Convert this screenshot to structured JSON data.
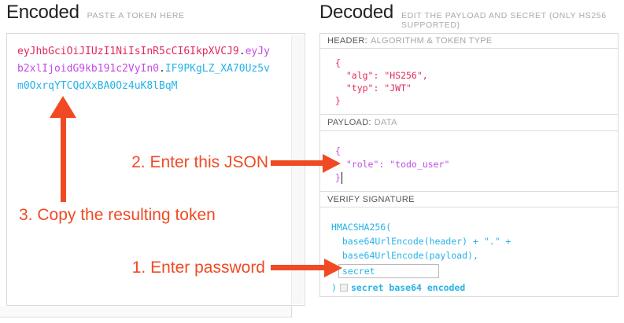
{
  "colors": {
    "token_header_red": "#e22a5b",
    "token_payload_purple": "#c44ae3",
    "token_signature_cyan": "#27b3e8",
    "annotation_orange": "#f04a25"
  },
  "encoded": {
    "title": "Encoded",
    "subtitle": "PASTE A TOKEN HERE",
    "token": {
      "header": "eyJhbGciOiJIUzI1NiIsInR5cCI6IkpXVCJ9",
      "dot1": ".",
      "payload": "eyJyb2xlIjoidG9kb191c2VyIn0",
      "dot2": ".",
      "signature": "IF9PKgLZ_XA70Uz5vm0OxrqYTCQdXxBA0Oz4uK8lBqM"
    }
  },
  "decoded": {
    "title": "Decoded",
    "subtitle": "EDIT THE PAYLOAD AND SECRET (ONLY HS256 SUPPORTED)",
    "header_section": {
      "label_strong": "HEADER:",
      "label_light": "ALGORITHM & TOKEN TYPE",
      "json": "{\n  \"alg\": \"HS256\",\n  \"typ\": \"JWT\"\n}"
    },
    "payload_section": {
      "label_strong": "PAYLOAD:",
      "label_light": "DATA",
      "json": "{\n  \"role\": \"todo_user\"\n}"
    },
    "signature_section": {
      "label_strong": "VERIFY SIGNATURE",
      "code": "HMACSHA256(\n  base64UrlEncode(header) + \".\" +\n  base64UrlEncode(payload),",
      "secret_value": "secret",
      "code_close": ")",
      "checkbox_label": "secret base64 encoded"
    }
  },
  "annotations": {
    "step1": "1. Enter password",
    "step2": "2. Enter this JSON",
    "step3": "3. Copy the resulting token"
  }
}
